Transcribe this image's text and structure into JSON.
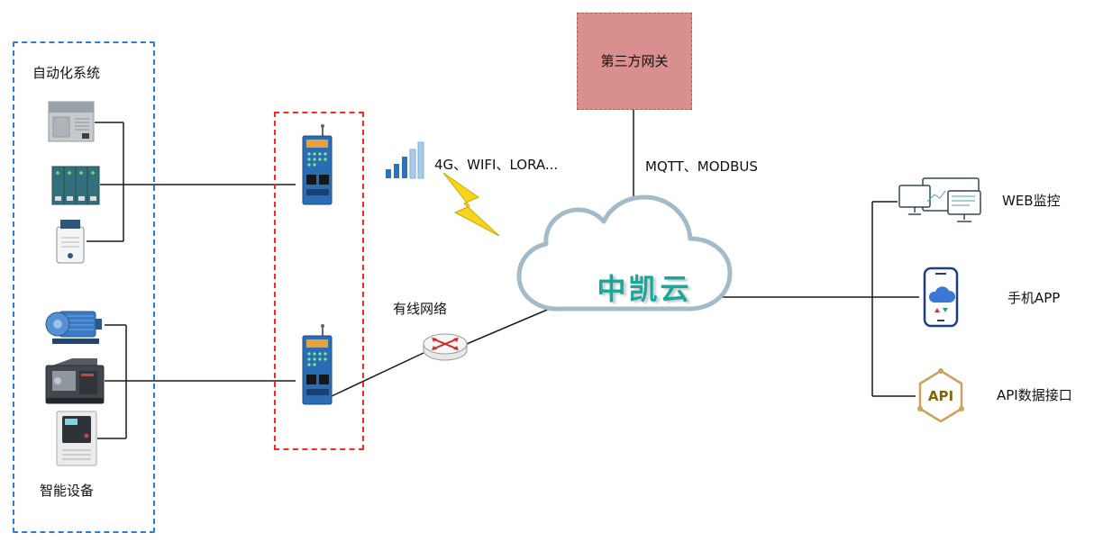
{
  "diagram": {
    "left_panel": {
      "top_label": "自动化系统",
      "bottom_label": "智能设备"
    },
    "wireless": {
      "label": "4G、WIFI、LORA..."
    },
    "wired": {
      "label": "有线网络"
    },
    "cloud": {
      "label": "中凯云"
    },
    "third_party": {
      "label": "第三方网关"
    },
    "protocols": {
      "label": "MQTT、MODBUS"
    },
    "right_items": [
      {
        "label": "WEB监控"
      },
      {
        "label": "手机APP"
      },
      {
        "label": "API数据接口"
      }
    ],
    "api_badge": {
      "text": "API"
    },
    "colors": {
      "cloud_text": "#17a79b",
      "third_party_bg": "#d98f8d",
      "left_box_border": "#2e7bd6",
      "gateway_box_border": "#ff2525",
      "device_blue": "#2a6db5",
      "lightning_yellow": "#f6d51f"
    }
  }
}
